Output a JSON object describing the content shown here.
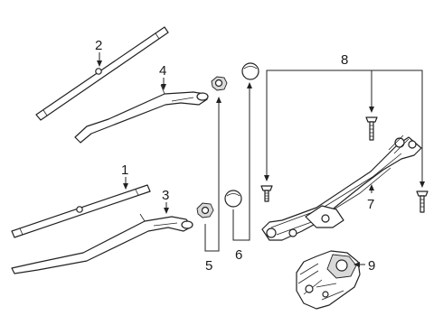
{
  "callouts": {
    "c1": "1",
    "c2": "2",
    "c3": "3",
    "c4": "4",
    "c5": "5",
    "c6": "6",
    "c7": "7",
    "c8": "8",
    "c9": "9"
  },
  "colors": {
    "line": "#222222",
    "background": "#ffffff",
    "shade": "#d9d9d9"
  }
}
